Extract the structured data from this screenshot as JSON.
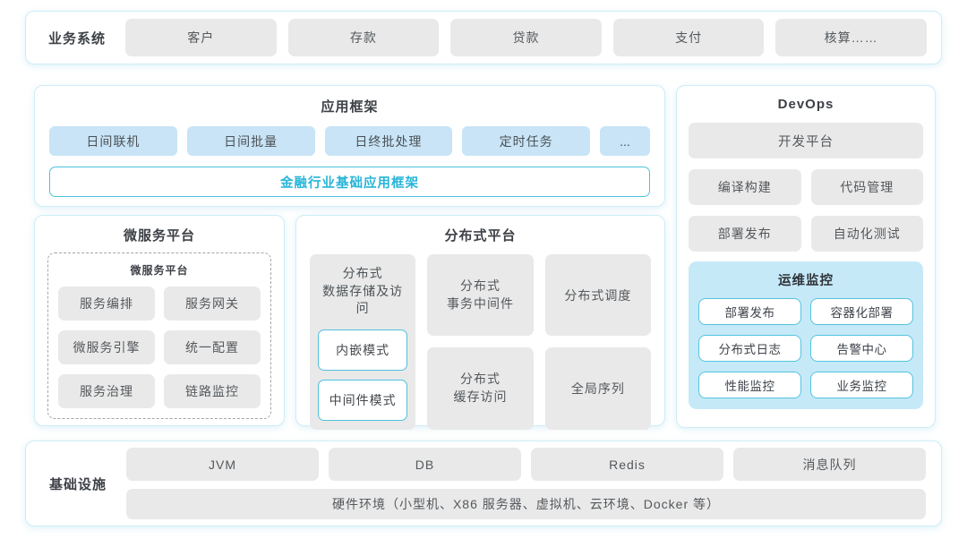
{
  "colors": {
    "card_border": "#cdedf5",
    "box_gray": "#e9e9e9",
    "chip_blue": "#c8e4f6",
    "panel_blue": "#c6e9f8",
    "accent_border": "#4ec2dc",
    "accent_text": "#27b5d8",
    "title_text": "#3d4146"
  },
  "business_row": {
    "label": "业务系统",
    "items": [
      "客户",
      "存款",
      "贷款",
      "支付",
      "核算……"
    ]
  },
  "app_framework": {
    "title": "应用框架",
    "modules": [
      "日间联机",
      "日间批量",
      "日终批处理",
      "定时任务",
      "..."
    ],
    "base": "金融行业基础应用框架"
  },
  "microservice": {
    "title": "微服务平台",
    "inner_title": "微服务平台",
    "items": [
      "服务编排",
      "服务网关",
      "微服务引擎",
      "统一配置",
      "服务治理",
      "链路监控"
    ]
  },
  "distributed": {
    "title": "分布式平台",
    "storage": {
      "line1": "分布式",
      "line2": "数据存储及访问",
      "modes": [
        "内嵌模式",
        "中间件模式"
      ]
    },
    "transaction": {
      "line1": "分布式",
      "line2": "事务中间件"
    },
    "scheduling": "分布式调度",
    "cache": {
      "line1": "分布式",
      "line2": "缓存访问"
    },
    "sequence": "全局序列"
  },
  "devops": {
    "title": "DevOps",
    "platform": "开发平台",
    "tools": [
      "编译构建",
      "代码管理",
      "部署发布",
      "自动化测试"
    ],
    "monitoring": {
      "title": "运维监控",
      "items": [
        "部署发布",
        "容器化部署",
        "分布式日志",
        "告警中心",
        "性能监控",
        "业务监控"
      ]
    }
  },
  "infrastructure": {
    "label": "基础设施",
    "items": [
      "JVM",
      "DB",
      "Redis",
      "消息队列"
    ],
    "hardware": "硬件环境（小型机、X86 服务器、虚拟机、云环境、Docker 等）"
  }
}
